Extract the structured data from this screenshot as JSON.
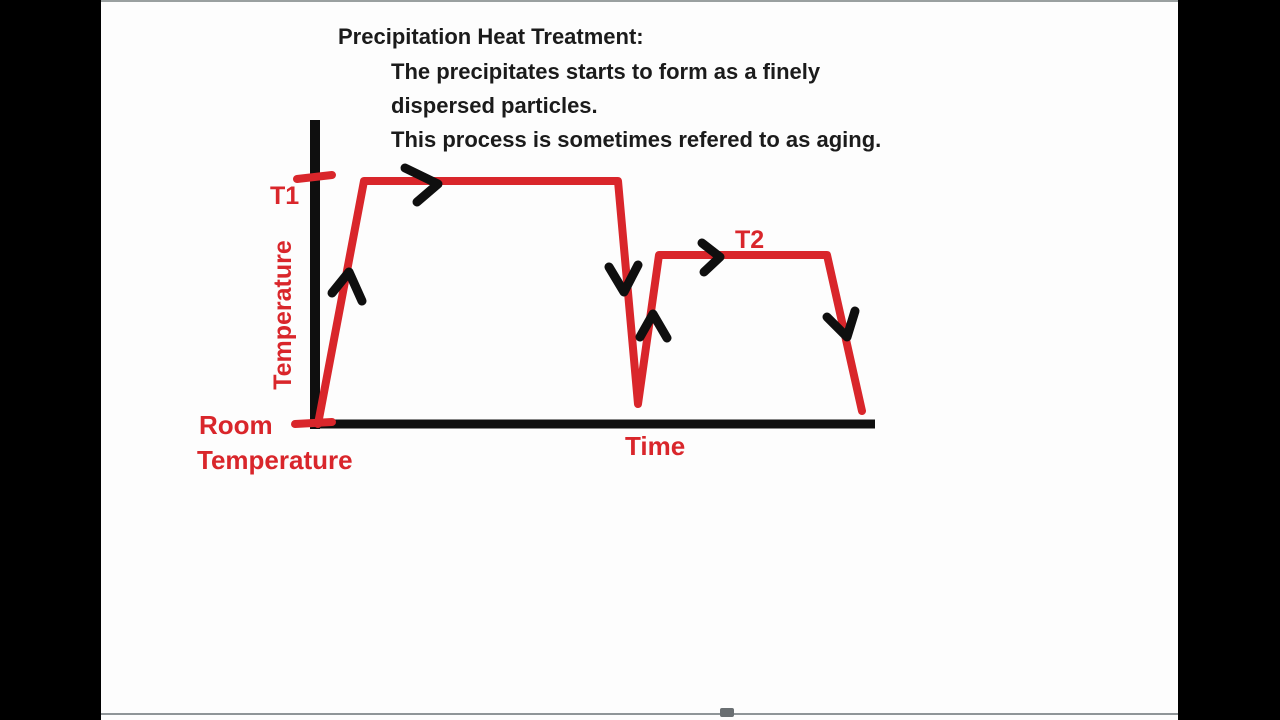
{
  "title": {
    "heading": "Precipitation Heat Treatment:",
    "lines": [
      "The precipitates starts to form as a finely",
      "dispersed particles.",
      "This process is sometimes refered to as aging."
    ]
  },
  "diagram": {
    "y_axis_label": "Temperature",
    "x_axis_label": "Time",
    "t1_label": "T1",
    "t2_label": "T2",
    "origin_label_line1": "Room",
    "origin_label_line2": "Temperature",
    "line_color": "#d9262b",
    "axis_color": "#0f0f0f",
    "arrow_icons": [
      "arrow-up-right-icon",
      "arrow-right-icon",
      "arrow-down-icon",
      "arrow-up-icon",
      "arrow-right-icon",
      "arrow-down-right-icon"
    ]
  },
  "chart_data": {
    "type": "line",
    "title": "Precipitation Heat Treatment:",
    "xlabel": "Time",
    "ylabel": "Temperature",
    "y_tick_labels": [
      "Room Temperature",
      "T2",
      "T1"
    ],
    "series": [
      {
        "name": "temperature-profile",
        "segments": [
          "rise from Room Temperature to T1",
          "hold at T1",
          "drop from T1 to near Room Temperature",
          "rise to T2",
          "hold at T2",
          "drop from T2 toward Room Temperature"
        ]
      }
    ],
    "annotations": [
      "black direction arrows drawn along the curve"
    ],
    "legend": "none",
    "grid": false
  }
}
